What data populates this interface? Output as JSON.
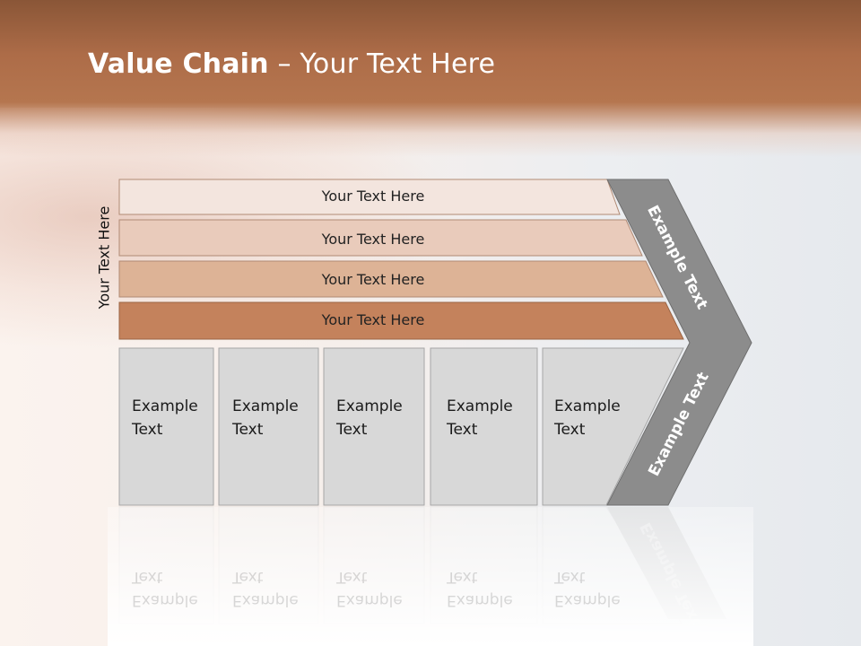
{
  "slide": {
    "title_bold": "Value Chain",
    "title_rest": " – Your Text Here",
    "side_label": "Your Text Here"
  },
  "bars": [
    {
      "label": "Your Text Here",
      "color": "#f3e5de"
    },
    {
      "label": "Your Text Here",
      "color": "#e9cbbb"
    },
    {
      "label": "Your Text Here",
      "color": "#ddb396"
    },
    {
      "label": "Your Text Here",
      "color": "#c4825c"
    }
  ],
  "boxes": [
    {
      "line1": "Example",
      "line2": "Text"
    },
    {
      "line1": "Example",
      "line2": "Text"
    },
    {
      "line1": "Example",
      "line2": "Text"
    },
    {
      "line1": "Example",
      "line2": "Text"
    },
    {
      "line1": "Example",
      "line2": "Text"
    }
  ],
  "chevron": {
    "upper_label": "Example Text",
    "lower_label": "Example Text",
    "color": "#8c8c8c"
  },
  "colors": {
    "box_fill": "#d8d8d8",
    "box_stroke": "#a6a6a6",
    "header": "#b5764f"
  }
}
